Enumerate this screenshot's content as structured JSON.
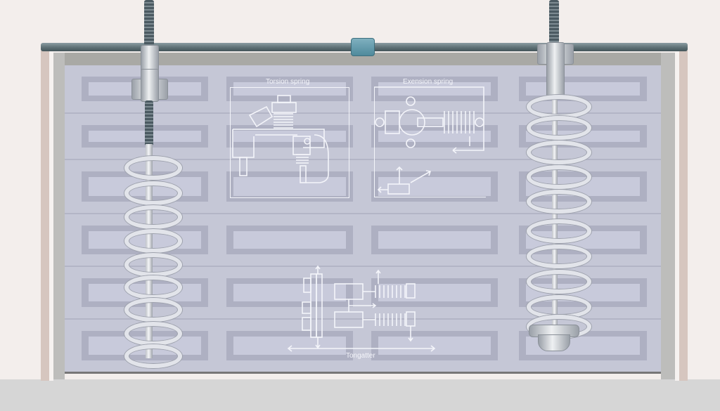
{
  "diagram": {
    "subject": "Garage door spring types",
    "labels": {
      "torsion": "Torsion spring",
      "extension": "Exension spring",
      "bottom": "Tongatter"
    },
    "components": {
      "left_spring": "coil spring with threaded rod and cap",
      "right_spring": "coil spring with mounting cap and base assembly",
      "top_pipe": "horizontal torsion tube with center coupler",
      "door": "sectional garage door with raised panels"
    },
    "panel_grid": {
      "columns": 4,
      "rows": 6
    },
    "colors": {
      "wall": "#f3eeec",
      "floor": "#d6d6d6",
      "door": "#c5c7d6",
      "panel_recess": "#aeb0c2",
      "pipe": "#5e7075",
      "coupler": "#4f8a9c",
      "line_art": "#f4f5fa"
    }
  }
}
